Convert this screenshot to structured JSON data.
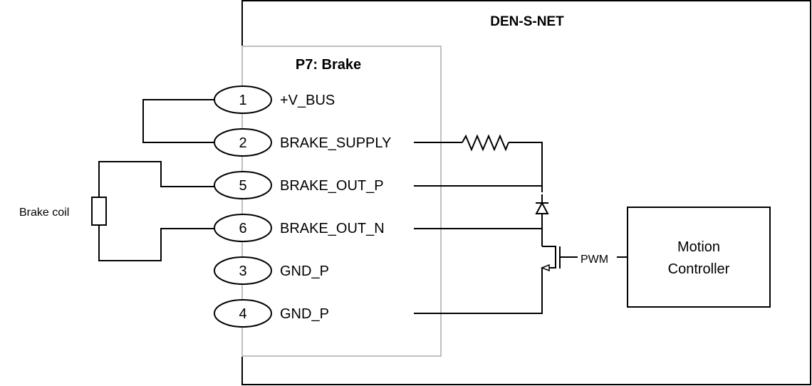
{
  "diagram": {
    "outer_block": {
      "title": "DEN-S-NET"
    },
    "connector": {
      "title": "P7: Brake",
      "pins": [
        {
          "number": "1",
          "signal": "+V_BUS"
        },
        {
          "number": "2",
          "signal": "BRAKE_SUPPLY"
        },
        {
          "number": "5",
          "signal": "BRAKE_OUT_P"
        },
        {
          "number": "6",
          "signal": "BRAKE_OUT_N"
        },
        {
          "number": "3",
          "signal": "GND_P"
        },
        {
          "number": "4",
          "signal": "GND_P"
        }
      ]
    },
    "external": {
      "coil_label": "Brake coil"
    },
    "internal": {
      "pwm_label": "PWM",
      "controller_line1": "Motion",
      "controller_line2": "Controller"
    },
    "colors": {
      "wire": "#000000",
      "connector_border": "#c0c0c0",
      "background": "#ffffff"
    }
  }
}
